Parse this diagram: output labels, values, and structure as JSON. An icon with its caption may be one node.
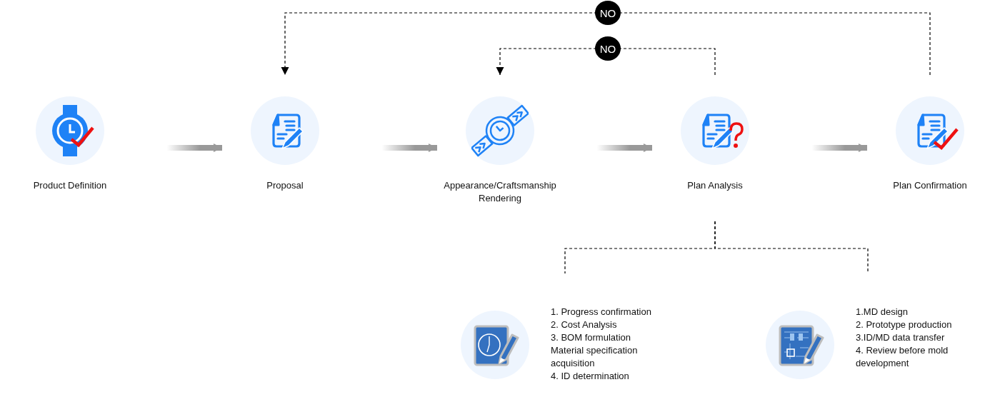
{
  "diagram": {
    "nodes": [
      {
        "text": [
          "Product Definition"
        ]
      },
      {
        "text": [
          "Proposal"
        ]
      },
      {
        "text": [
          "Appearance/Craftsmanship Rendering"
        ]
      },
      {
        "text": [
          "Plan Analysis"
        ]
      },
      {
        "text": [
          "Plan Confirmation"
        ]
      },
      {
        "text": [
          "1. Progress confirmation",
          "2. Cost Analysis",
          "3. BOM formulation",
          "Material specification acquisition",
          "4. ID determination"
        ]
      },
      {
        "text": [
          "1.MD design",
          "2. Prototype production",
          "3.ID/MD data transfer",
          "4. Review before mold development"
        ]
      }
    ],
    "edges": [
      {
        "from": 0,
        "to": 1,
        "arrow": "to",
        "style": "thick",
        "color": "#999999"
      },
      {
        "from": 1,
        "to": 2,
        "arrow": "to",
        "style": "thick",
        "color": "#999999"
      },
      {
        "from": 2,
        "to": 3,
        "arrow": "to",
        "style": "thick",
        "color": "#999999"
      },
      {
        "from": 3,
        "to": 4,
        "arrow": "to",
        "style": "thick",
        "color": "#999999"
      },
      {
        "from": 4,
        "to": 1,
        "arrow": "to",
        "label": "NO",
        "style": "dashed"
      },
      {
        "from": 3,
        "to": 2,
        "arrow": "to",
        "label": "NO",
        "style": "dashed"
      },
      {
        "from": 3,
        "to": 5,
        "arrow": "none",
        "style": "dashed"
      },
      {
        "from": 3,
        "to": 6,
        "arrow": "none",
        "style": "dashed"
      }
    ]
  }
}
